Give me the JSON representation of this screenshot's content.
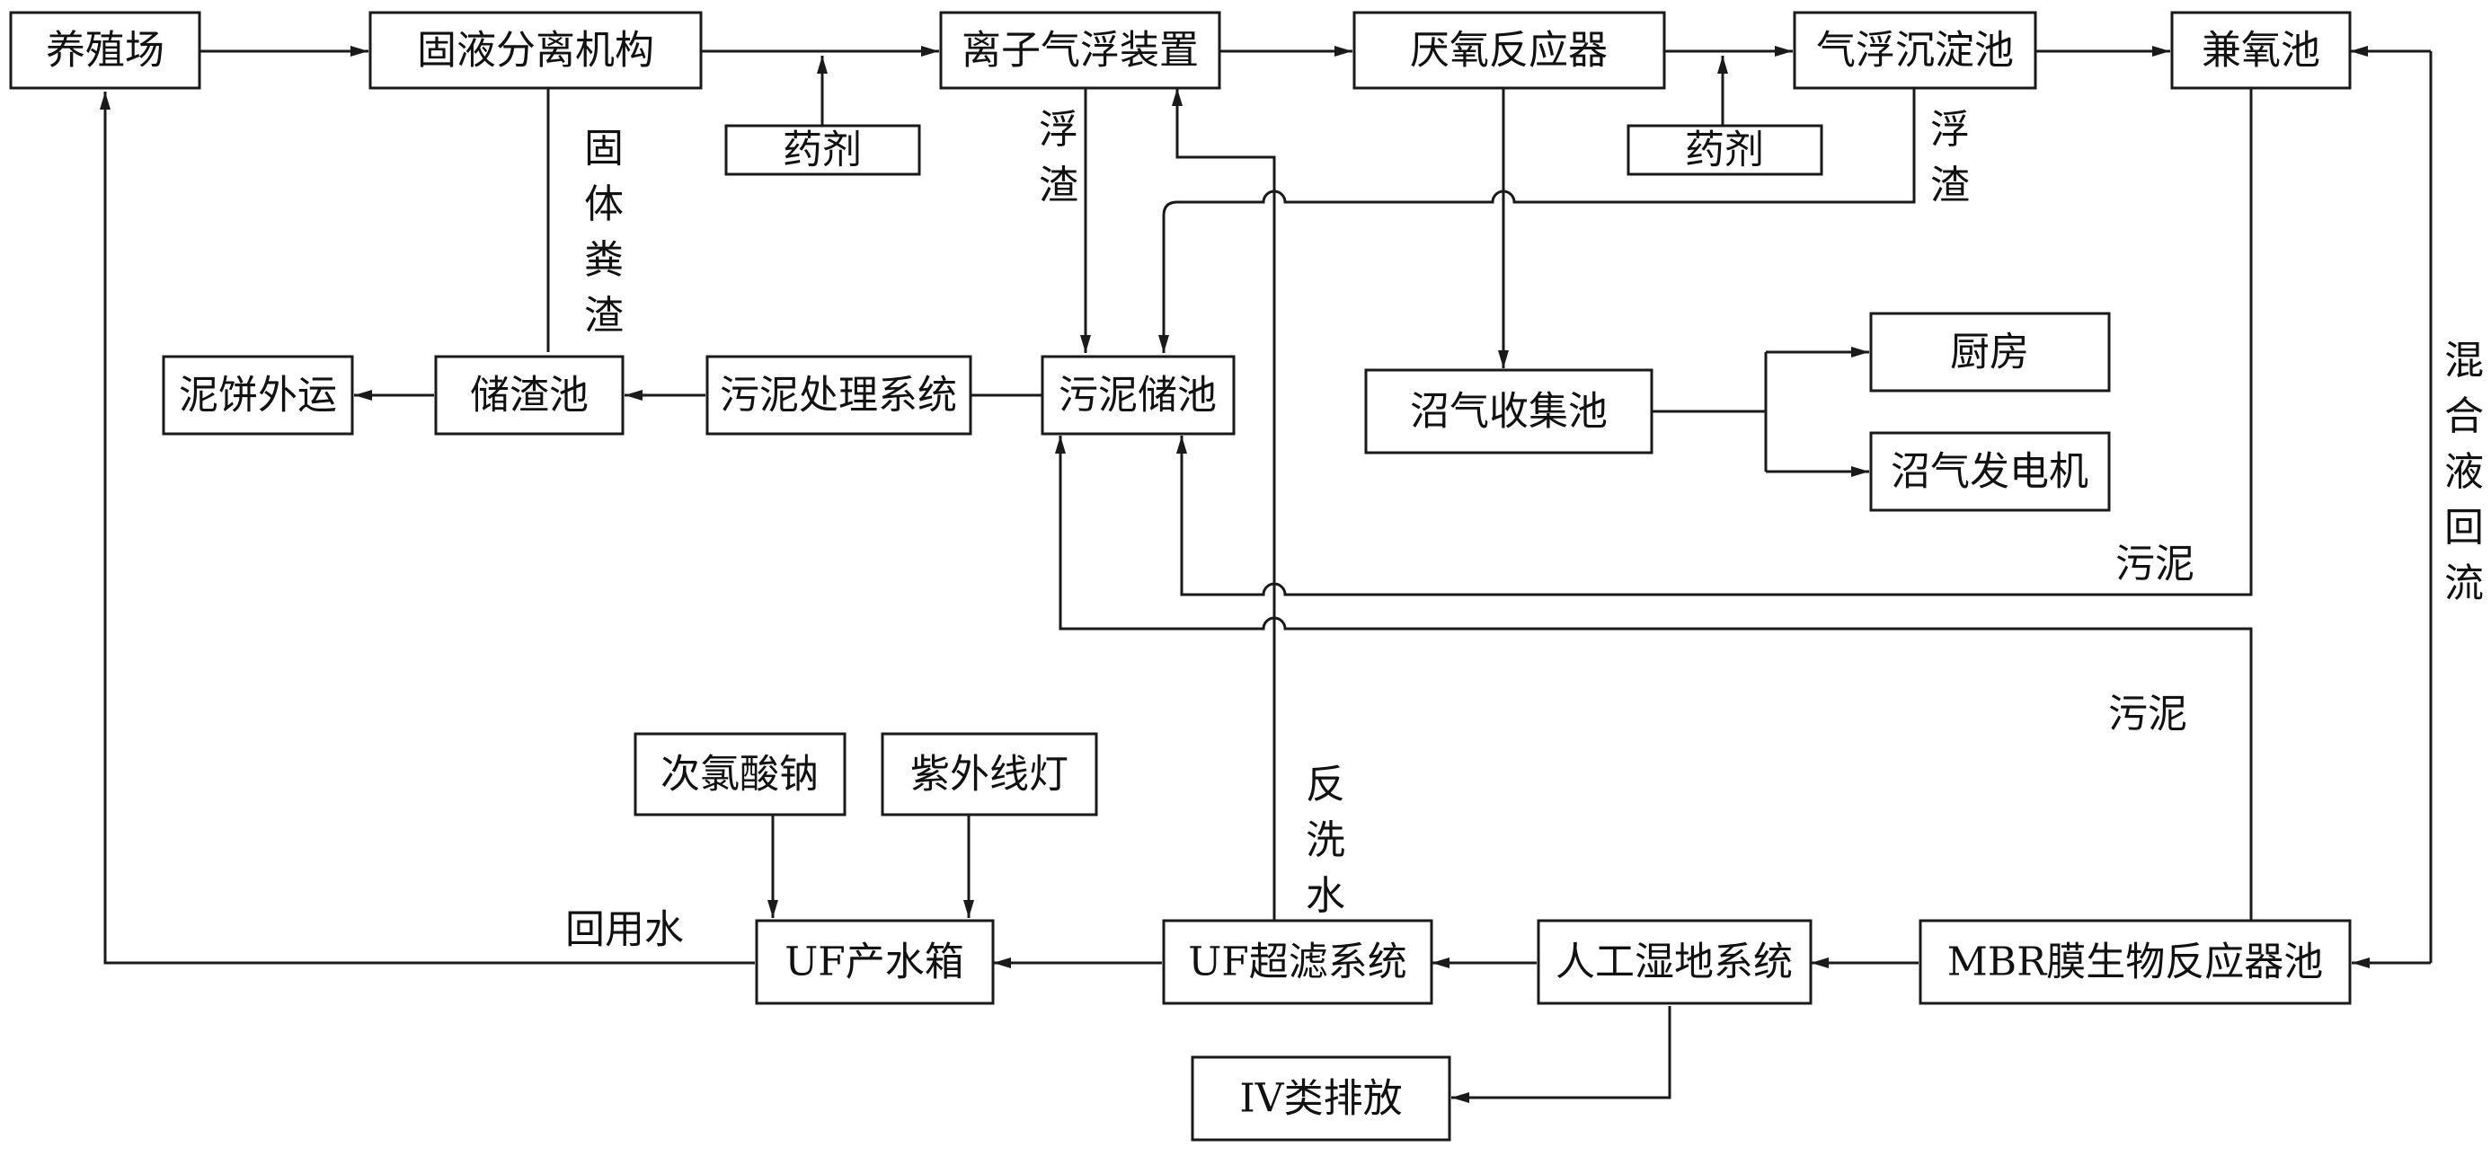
{
  "colors": {
    "line": "#1a1a1a",
    "box_fill": "#ffffff",
    "text": "#111111"
  },
  "nodes": {
    "farm": "养殖场",
    "solid_liquid_separator": "固液分离机构",
    "ion_flotation": "离子气浮装置",
    "anaerobic_reactor": "厌氧反应器",
    "flotation_sedimentation_tank": "气浮沉淀池",
    "anoxic_tank": "兼氧池",
    "reagent_1": "药剂",
    "reagent_2": "药剂",
    "sludge_cake_transport": "泥饼外运",
    "residue_tank": "储渣池",
    "sludge_treatment_system": "污泥处理系统",
    "sludge_storage_tank": "污泥储池",
    "biogas_collection_tank": "沼气收集池",
    "kitchen": "厨房",
    "biogas_generator": "沼气发电机",
    "sodium_hypochlorite": "次氯酸钠",
    "uv_lamp": "紫外线灯",
    "uf_product_tank": "UF产水箱",
    "uf_filtration_system": "UF超滤系统",
    "constructed_wetland": "人工湿地系统",
    "mbr_reactor": "MBR膜生物反应器池",
    "class_iv_discharge": "IV类排放"
  },
  "edge_labels": {
    "solid_manure_residue": "固体粪渣",
    "scum_1": "浮渣",
    "scum_2": "浮渣",
    "mixed_liquor_return": "混合液回流",
    "sludge_1": "污泥",
    "sludge_2": "污泥",
    "backwash_water": "反洗水",
    "reuse_water": "回用水"
  }
}
